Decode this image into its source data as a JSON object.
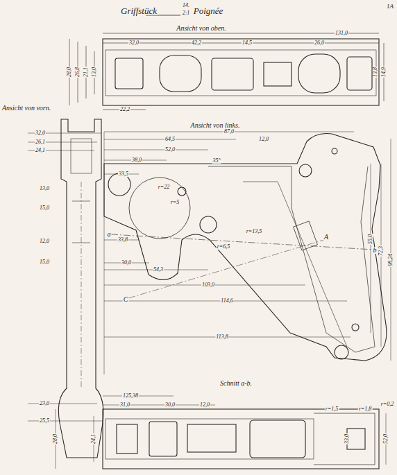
{
  "diagram": {
    "title": "Griffstück",
    "labels": [
      "Poignée",
      "14.",
      "2:1",
      "1A",
      "Ansicht von oben.",
      "131,0",
      "32,0",
      "42,2",
      "14,5",
      "26,0",
      "28,0",
      "26,8",
      "21,1",
      "13,0",
      "14,9",
      "13,8",
      "22,2",
      "Ansicht von vorn.",
      "32,0",
      "26,1",
      "24,1",
      "13,0",
      "15,0",
      "12,0",
      "15,0",
      "23,0",
      "25,5",
      "Ansicht von links.",
      "87,0",
      "64,5",
      "52,0",
      "38,0",
      "33,5",
      "33,8",
      "30,0",
      "54,3",
      "103,0",
      "114,6",
      "113,8",
      "12,0",
      "55,0",
      "72,3",
      "98,24",
      "r=22",
      "r=5",
      "35°",
      "a",
      "b",
      "A",
      "C",
      "r=13,5",
      "r=6,5",
      "Schnitt a-b.",
      "125,38",
      "31,0",
      "30,0",
      "12,0",
      "r=1,5",
      "r=1,8",
      "r=0,2",
      "28,0",
      "24,1",
      "52,0",
      "33,0"
    ]
  }
}
